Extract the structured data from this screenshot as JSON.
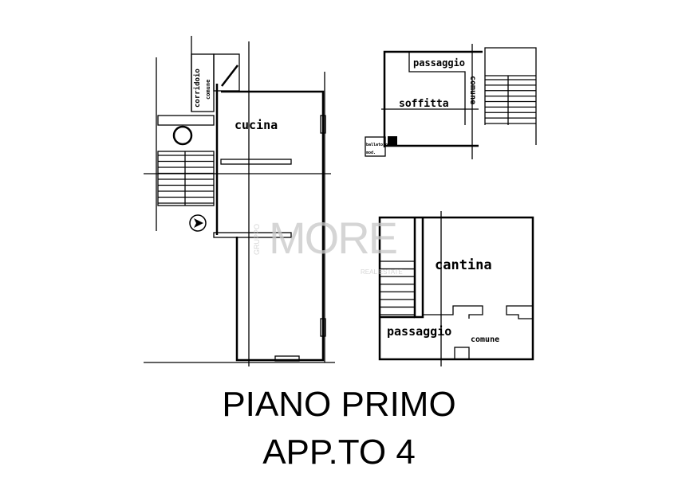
{
  "plan_left": {
    "room_kitchen": "cucina",
    "corridor_label_1": "corridoio",
    "corridor_label_2": "comune"
  },
  "plan_top_right": {
    "room_attic": "soffitta",
    "passage_label": "passaggio",
    "common_label": "comune",
    "balcony_label_1": "ballatoio",
    "balcony_label_2": "mod."
  },
  "plan_bottom_right": {
    "room_cellar": "cantina",
    "passage_label": "passaggio",
    "common_label": "comune"
  },
  "watermark": {
    "small": "GRUPPO",
    "brand": "MORE",
    "sub": "REAL ESTATE",
    "color": "#c8c8c8"
  },
  "caption": {
    "line1": "PIANO PRIMO",
    "line2": "APP.TO 4"
  }
}
